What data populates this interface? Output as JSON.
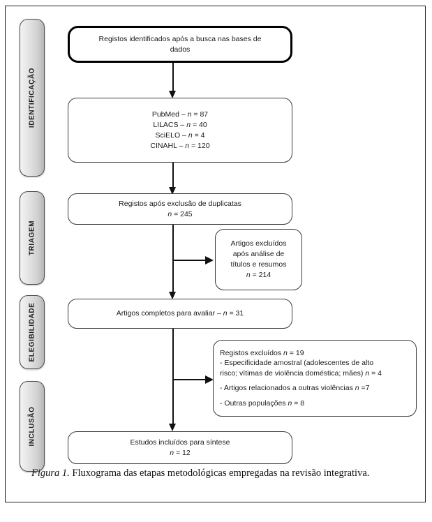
{
  "figure": {
    "caption_label": "Figura 1.",
    "caption_text": " Fluxograma das etapas metodológicas empregadas na revisão integrativa.",
    "frame_color": "#231f20"
  },
  "stages": [
    {
      "id": "identificacao",
      "label": "IDENTIFICAÇÃO"
    },
    {
      "id": "triagem",
      "label": "TRIAGEM"
    },
    {
      "id": "elegibilidade",
      "label": "ELEGIBILIDADE"
    },
    {
      "id": "inclusao",
      "label": "INCLUSÃO"
    }
  ],
  "boxes": {
    "identified": {
      "line1": "Registos identificados após a busca nas bases de",
      "line2": "dados"
    },
    "databases": {
      "rows": [
        {
          "source": "PubMed",
          "dash": " – ",
          "n_sym": "n",
          "eq": " = ",
          "value": "87"
        },
        {
          "source": "LILACS",
          "dash": " – ",
          "n_sym": "n",
          "eq": " = ",
          "value": "40"
        },
        {
          "source": "SciELO",
          "dash": " – ",
          "n_sym": "n",
          "eq": " = ",
          "value": "4"
        },
        {
          "source": "CINAHL",
          "dash": " – ",
          "n_sym": "n",
          "eq": " = ",
          "value": "120"
        }
      ]
    },
    "after_duplicates": {
      "line1": "Registos após exclusão de duplicatas",
      "n_sym": "n",
      "eq": " = ",
      "value": "245"
    },
    "excluded_title_abstract": {
      "line1": "Artigos excluídos",
      "line2": "após análise de",
      "line3": "títulos e resumos",
      "n_sym": "n",
      "eq": " = ",
      "value": "214"
    },
    "full_text": {
      "prefix": "Artigos completos para avaliar – ",
      "n_sym": "n",
      "eq": " = ",
      "value": "31"
    },
    "records_excluded": {
      "heading_prefix": "Registos excluídos ",
      "heading_n": "n",
      "heading_eq": " = ",
      "heading_value": "19",
      "item1_a": "- Especificidade amostral (adolescentes de alto",
      "item1_b": "risco; vítimas de violência doméstica; mães) ",
      "item1_n": "n",
      "item1_eq": " = ",
      "item1_value": "4",
      "item2_a": "- Artigos relacionados a outras violências ",
      "item2_n": "n",
      "item2_eq": " =",
      "item2_value": "7",
      "item3_a": "- Outras populações ",
      "item3_n": "n",
      "item3_eq": " = ",
      "item3_value": "8"
    },
    "included": {
      "line1": "Estudos incluídos para síntese",
      "n_sym": "n",
      "eq": " = ",
      "value": "12"
    }
  }
}
